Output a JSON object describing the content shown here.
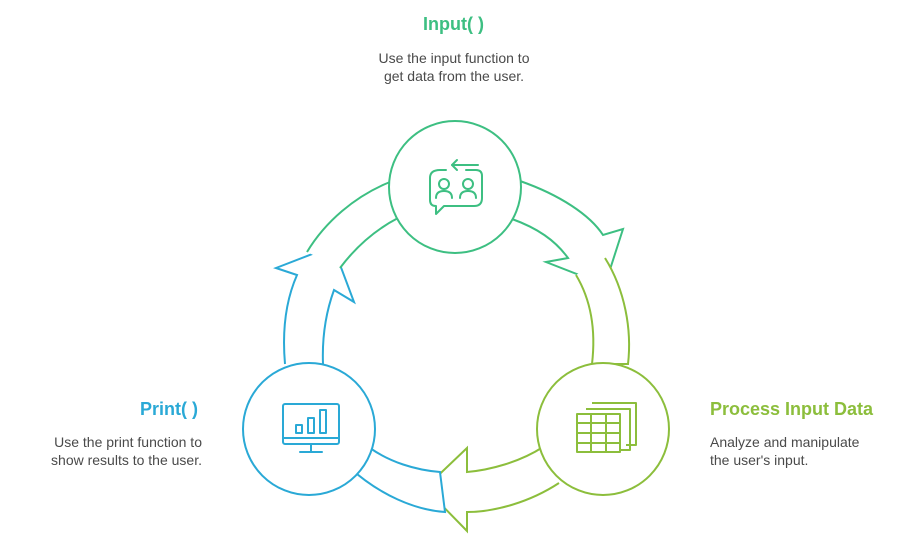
{
  "steps": {
    "input": {
      "title": "Input( )",
      "desc_line1": "Use the input function to",
      "desc_line2": "get data from the user.",
      "color": "#3dbf82",
      "icon": "user-exchange-icon"
    },
    "process": {
      "title": "Process Input Data",
      "desc_line1": "Analyze and manipulate",
      "desc_line2": "the user's input.",
      "color": "#8cbe3c",
      "icon": "table-stack-icon"
    },
    "print": {
      "title": "Print( )",
      "desc_line1": "Use the print function to",
      "desc_line2": "show results to the user.",
      "color": "#2aa9d6",
      "icon": "monitor-chart-icon"
    }
  }
}
